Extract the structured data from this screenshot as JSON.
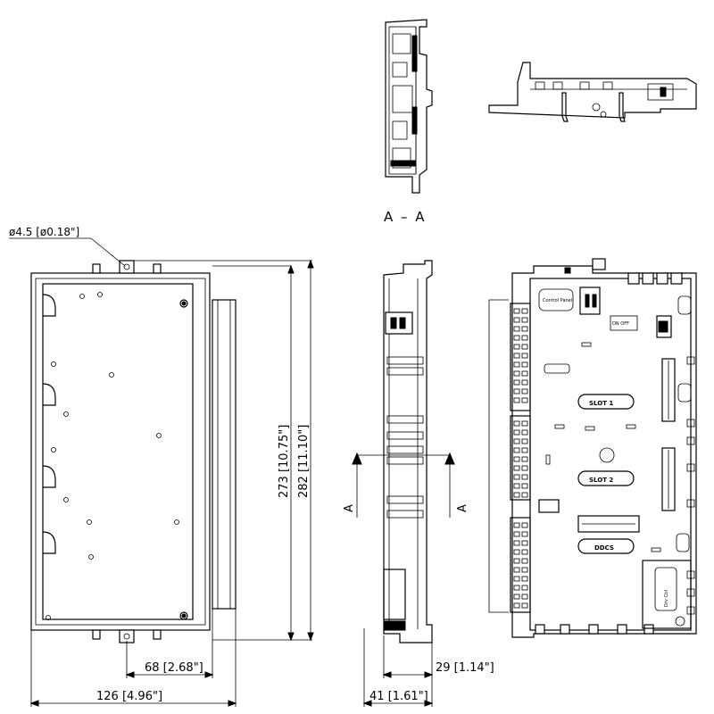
{
  "section_label": "A – A",
  "section_marker": "A",
  "hole_dim": "ø4.5 [ø0.18\"]",
  "dims": {
    "height_inner": "273 [10.75\"]",
    "height_outer": "282 [11.10\"]",
    "width_mount": "68 [2.68\"]",
    "width_total": "126 [4.96\"]",
    "depth_inner": "29 [1.14\"]",
    "depth_total": "41 [1.61\"]"
  },
  "board_labels": {
    "slot1": "SLOT 1",
    "slot2": "SLOT 2",
    "ddcs": "DDCS",
    "control_panel": "Control Panel",
    "on_off_label": "ON OFF",
    "dip_label": "Drv Ctrl"
  }
}
